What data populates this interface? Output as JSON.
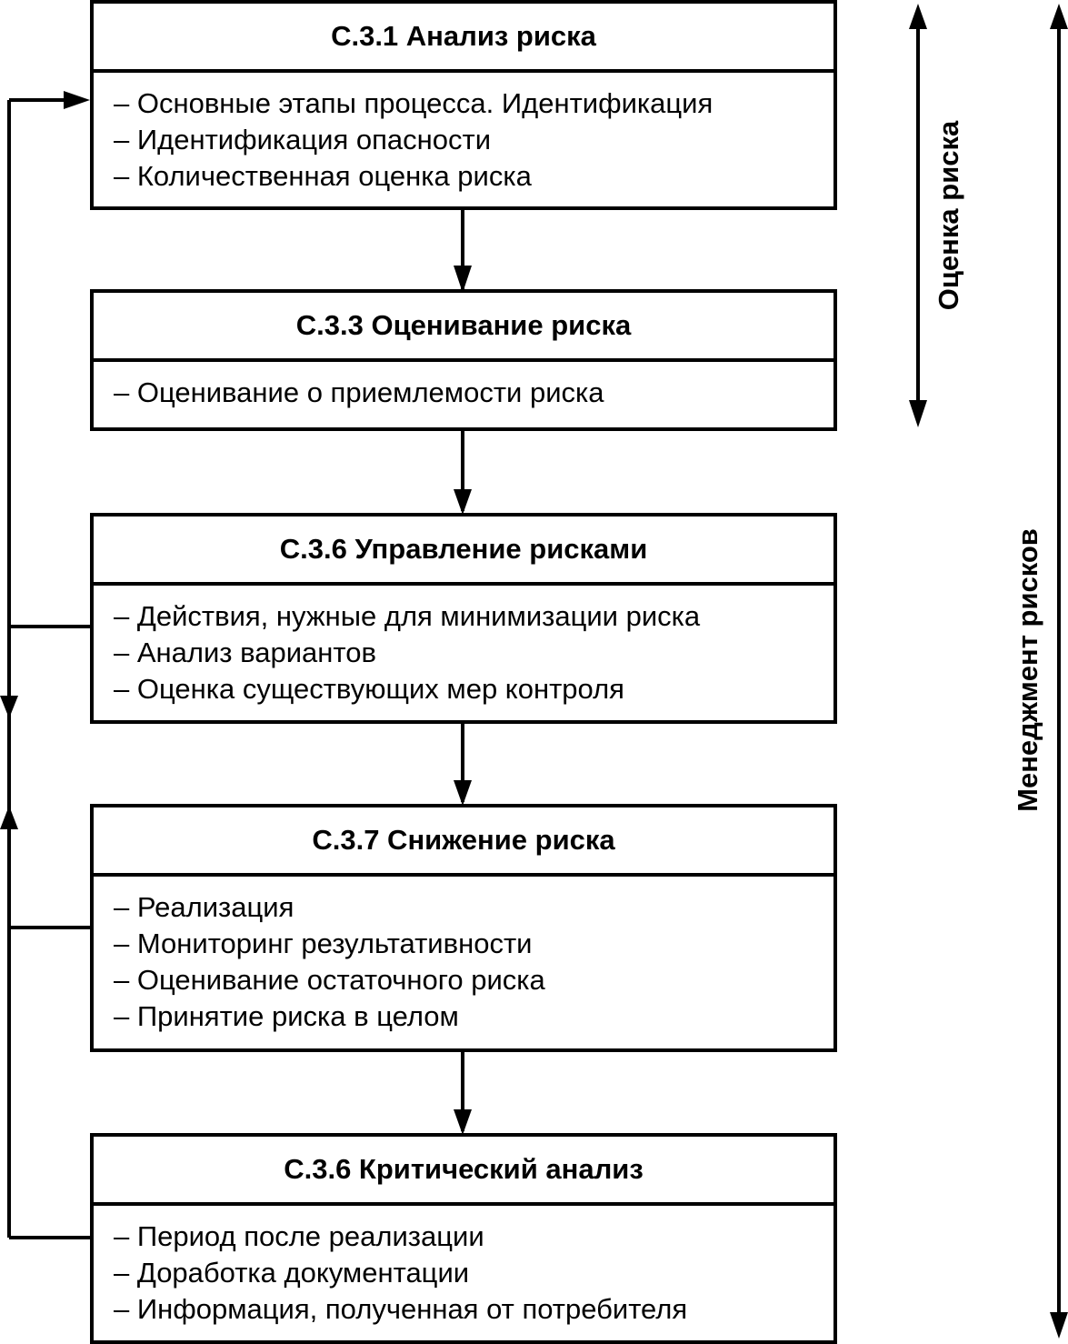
{
  "boxes": [
    {
      "title": "С.3.1 Анализ риска",
      "items": [
        "– Основные этапы процесса. Идентификация",
        "– Идентификация опасности",
        "– Количественная оценка риска"
      ]
    },
    {
      "title": "С.3.3 Оценивание риска",
      "items": [
        "– Оценивание о приемлемости риска"
      ]
    },
    {
      "title": "С.3.6 Управление рисками",
      "items": [
        "– Действия, нужные для минимизации риска",
        "– Анализ вариантов",
        "– Оценка существующих мер контроля"
      ]
    },
    {
      "title": "С.3.7 Снижение риска",
      "items": [
        "– Реализация",
        "– Мониторинг результативности",
        "– Оценивание остаточного риска",
        "– Принятие риска в целом"
      ]
    },
    {
      "title": "С.3.6 Критический анализ",
      "items": [
        "– Период после реализации",
        "– Доработка документации",
        "– Информация, полученная от потребителя"
      ]
    }
  ],
  "side_labels": {
    "risk_assessment": "Оценка риска",
    "risk_management": "Менеджмент рисков"
  }
}
